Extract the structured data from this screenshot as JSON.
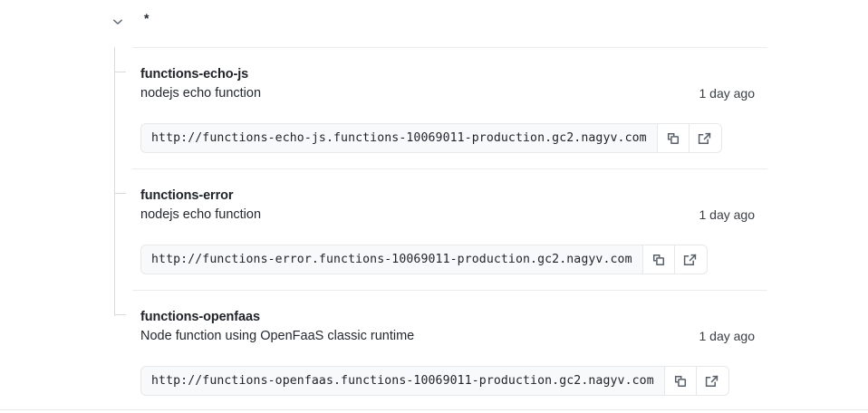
{
  "group": {
    "chevron_icon": "chevron-down-icon",
    "label": "*"
  },
  "items": [
    {
      "title": "functions-echo-js",
      "description": "nodejs echo function",
      "time": "1 day ago",
      "url": "http://functions-echo-js.functions-10069011-production.gc2.nagyv.com",
      "copy_icon": "copy-icon",
      "open_icon": "external-link-icon"
    },
    {
      "title": "functions-error",
      "description": "nodejs echo function",
      "time": "1 day ago",
      "url": "http://functions-error.functions-10069011-production.gc2.nagyv.com",
      "copy_icon": "copy-icon",
      "open_icon": "external-link-icon"
    },
    {
      "title": "functions-openfaas",
      "description": "Node function using OpenFaaS classic runtime",
      "time": "1 day ago",
      "url": "http://functions-openfaas.functions-10069011-production.gc2.nagyv.com",
      "copy_icon": "copy-icon",
      "open_icon": "external-link-icon"
    }
  ],
  "colors": {
    "background": "#ffffff",
    "text": "#24292f",
    "separator": "#eaecef",
    "tree_line": "#d8dade",
    "field_bg": "#f8f9fa",
    "field_border": "#e6e8ea"
  }
}
